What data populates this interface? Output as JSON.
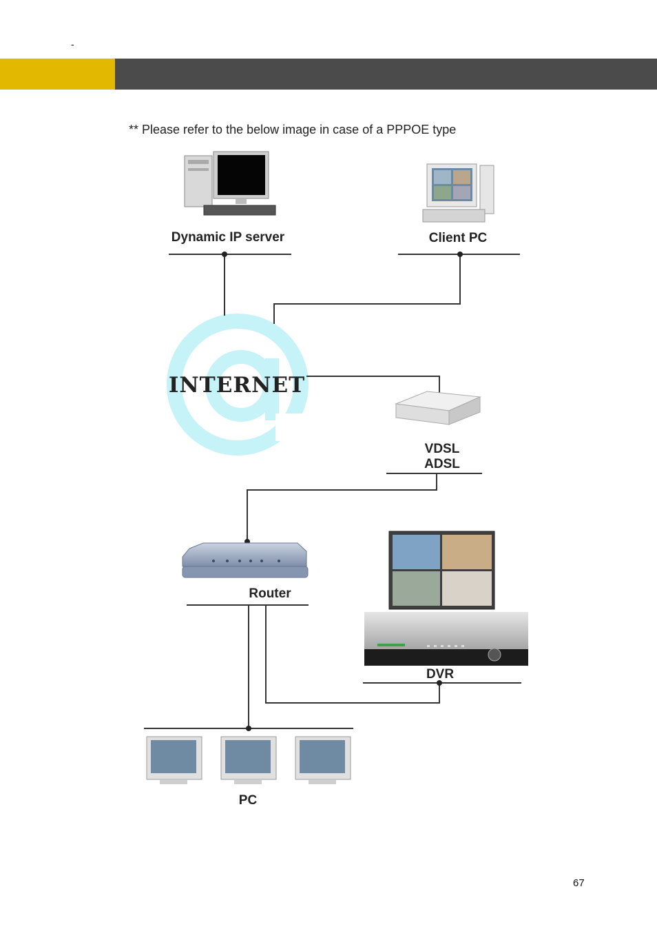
{
  "header": {
    "dash": "-"
  },
  "note": "** Please refer to the below image in case of a PPPOE type",
  "diagram": {
    "labels": {
      "dynamic_ip_server": "Dynamic IP server",
      "client_pc": "Client PC",
      "internet": "INTERNET",
      "vdsl": "VDSL",
      "adsl": "ADSL",
      "router": "Router",
      "dvr": "DVR",
      "pc": "PC"
    },
    "internet_color": "#c6f3f8"
  },
  "footer": {
    "page_number": "67"
  }
}
